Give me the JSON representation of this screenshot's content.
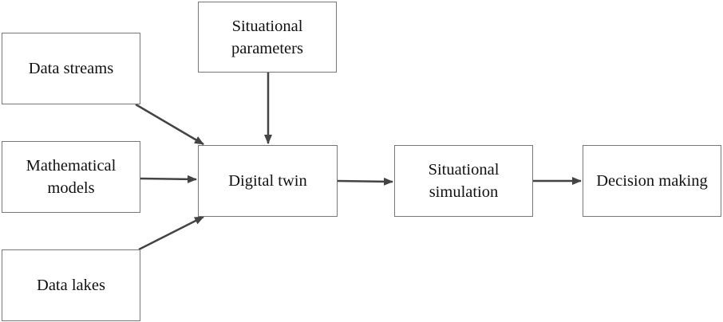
{
  "nodes": {
    "data_streams": "Data streams",
    "mathematical_models": "Mathematical\nmodels",
    "data_lakes": "Data lakes",
    "situational_parameters": "Situational\nparameters",
    "digital_twin": "Digital twin",
    "situational_simulation": "Situational\nsimulation",
    "decision_making": "Decision making"
  },
  "colors": {
    "arrow": "#444444",
    "border": "#777777"
  }
}
